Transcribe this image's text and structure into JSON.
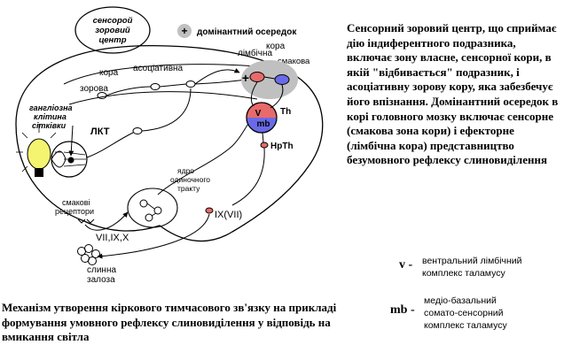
{
  "labels": {
    "center_line1": "сенсорой",
    "center_line2": "зоровий",
    "center_line3": "центр",
    "dominant_plus": "+",
    "dominant_label": "домінантний осередок",
    "limbic1": "лімбічна",
    "limbic2": "кора",
    "taste_cortex": "смакова",
    "cortex": "кора",
    "associative": "асоціативна",
    "visual": "зорова",
    "ganglion1": "гангліозна",
    "ganglion2": "клітина",
    "ganglion3": "сітківки",
    "lkt": "ЛКТ",
    "plus_small": "+",
    "v": "V",
    "mb": "mb",
    "th": "Th",
    "hpth": "HpTh",
    "nucleus1": "ядро",
    "nucleus2": "одиночного",
    "nucleus3": "тракту",
    "receptors1": "смакові",
    "receptors2": "рецептори",
    "nerves": "VII,IX,X",
    "ix_vii": "IX(VII)",
    "salivary1": "слинна",
    "salivary2": "залоза"
  },
  "description": "Сенсорний зоровий центр, що сприймає дію індиферентного подразника, включає зону власне, сенсорної кори, в якій \"відбивається\" подразник, і асоціативну зорову кору, яка забезбечує його впізнання. Домінантний осередок в корі головного мозку включає сенсорне (смакова зона кори) і ефекторне (лімбічна кора) представництво безумовного рефлексу слиновиділення",
  "caption": "Механізм утворення кіркового тимчасового зв'язку на прикладі формування умовного рефлексу слиновиділення у відповідь на вмикання світла",
  "abbreviations": [
    {
      "key": "v -",
      "line1": "вентральний лімбічний",
      "line2": "комплекс таламусу",
      "line3": ""
    },
    {
      "key": "mb -",
      "line1": "медіо-базальний",
      "line2": "сомато-сенсорний",
      "line3": "комплекс таламусу"
    }
  ],
  "colors": {
    "dominant_fill": "#c0c0c0",
    "red_cell": "#e86a6a",
    "blue_cell": "#6a6ae8",
    "light": "#f4f470",
    "line": "#000000"
  }
}
